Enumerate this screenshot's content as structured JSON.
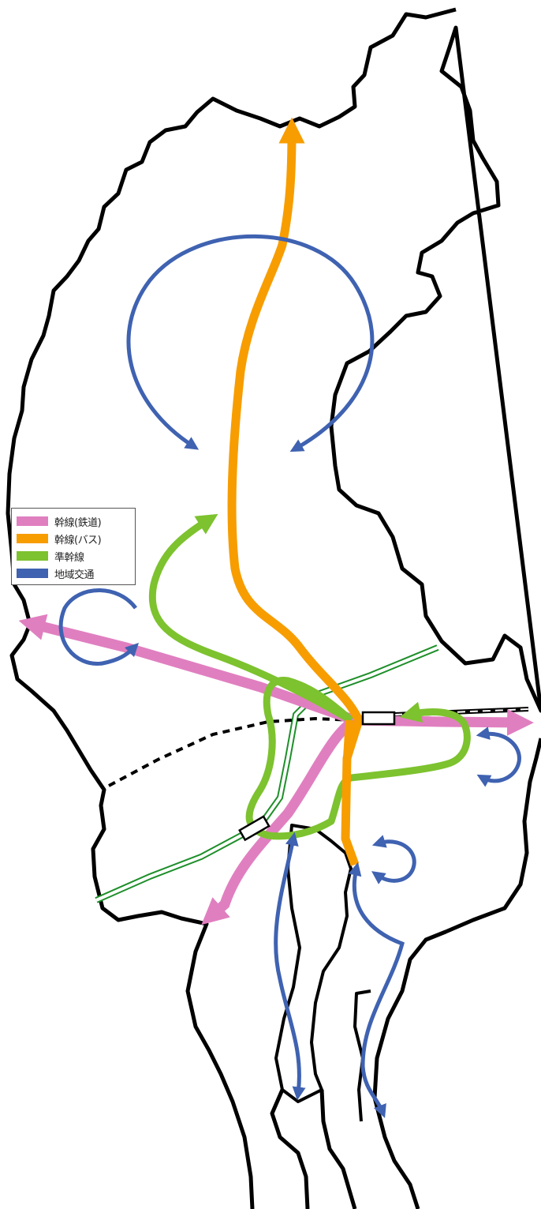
{
  "legend": {
    "items": [
      {
        "label": "幹線(鉄道)",
        "color": "#e07fc0"
      },
      {
        "label": "幹線(バス)",
        "color": "#f79d00"
      },
      {
        "label": "準幹線",
        "color": "#7dc22f"
      },
      {
        "label": "地域交通",
        "color": "#3f62b1"
      }
    ]
  },
  "colors": {
    "trunk_rail": "#e07fc0",
    "trunk_bus": "#f79d00",
    "sub_trunk": "#7dc22f",
    "local": "#3f62b1",
    "boundary": "#000000",
    "rail_line": "#1e8f2a"
  }
}
